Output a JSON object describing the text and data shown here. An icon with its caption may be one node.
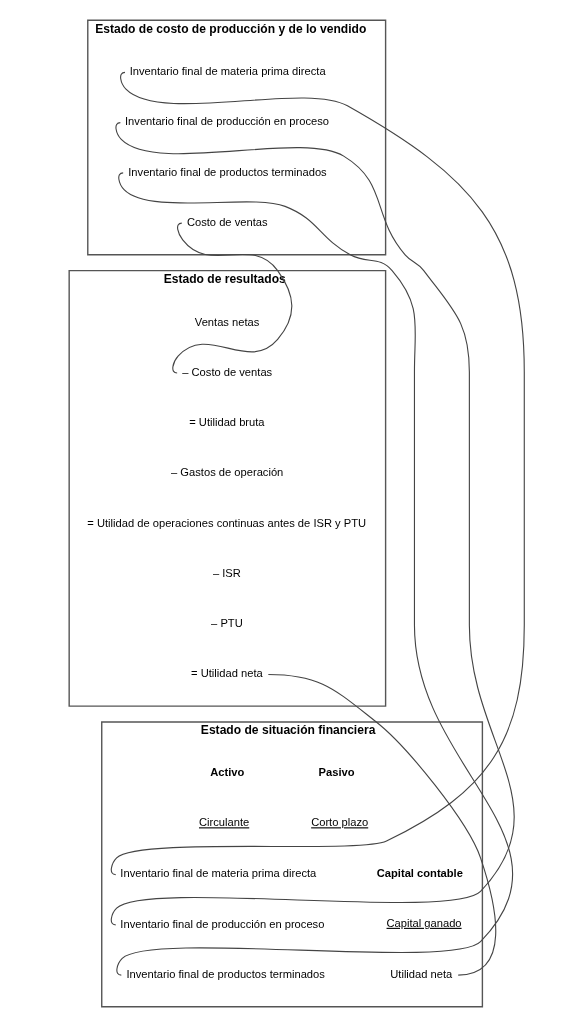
{
  "diagram": {
    "nodes": [
      {
        "text": [
          "Estado de costo de producción y de lo vendido"
        ]
      },
      {
        "text": [
          "Inventario final de materia prima directa"
        ],
        "in": 0
      },
      {
        "text": [
          "Inventario final de producción en proceso"
        ],
        "in": 0
      },
      {
        "text": [
          "Inventario final de productos terminados"
        ],
        "in": 0
      },
      {
        "text": [
          "Costo de ventas"
        ],
        "in": 0
      },
      {
        "text": [
          "Estado de resultados"
        ]
      },
      {
        "text": [
          "Ventas netas"
        ],
        "in": 5
      },
      {
        "text": [
          "– Costo de ventas"
        ],
        "in": 5
      },
      {
        "text": [
          "= Utilidad bruta"
        ],
        "in": 5
      },
      {
        "text": [
          "– Gastos de operación"
        ],
        "in": 5
      },
      {
        "text": [
          "= Utilidad de operaciones continuas antes de ISR y PTU"
        ],
        "in": 5
      },
      {
        "text": [
          "– ISR"
        ],
        "in": 5
      },
      {
        "text": [
          "– PTU"
        ],
        "in": 5
      },
      {
        "text": [
          "= Utilidad neta"
        ],
        "in": 5
      },
      {
        "text": [
          "Estado de situación financiera"
        ]
      },
      {
        "text": [
          "Activo"
        ],
        "in": 14
      },
      {
        "text": [
          "Circulante"
        ],
        "in": 14
      },
      {
        "text": [
          "Inventario final de materia prima directa"
        ],
        "in": 14
      },
      {
        "text": [
          "Inventario final de producción en proceso"
        ],
        "in": 14
      },
      {
        "text": [
          "Inventario final de productos terminados"
        ],
        "in": 14
      },
      {
        "text": [
          "Pasivo"
        ],
        "in": 14
      },
      {
        "text": [
          "Corto plazo"
        ],
        "in": 14
      },
      {
        "text": [
          "Capital contable"
        ],
        "in": 14
      },
      {
        "text": [
          "Capital ganado"
        ],
        "in": 14
      },
      {
        "text": [
          "Utilidad neta"
        ],
        "in": 14
      }
    ],
    "edges": [
      {
        "from": 1,
        "to": 17,
        "arrow": "none"
      },
      {
        "from": 2,
        "to": 18,
        "arrow": "none"
      },
      {
        "from": 3,
        "to": 19,
        "arrow": "none"
      },
      {
        "from": 4,
        "to": 7,
        "arrow": "none"
      },
      {
        "from": 13,
        "to": 24,
        "arrow": "none"
      }
    ]
  }
}
